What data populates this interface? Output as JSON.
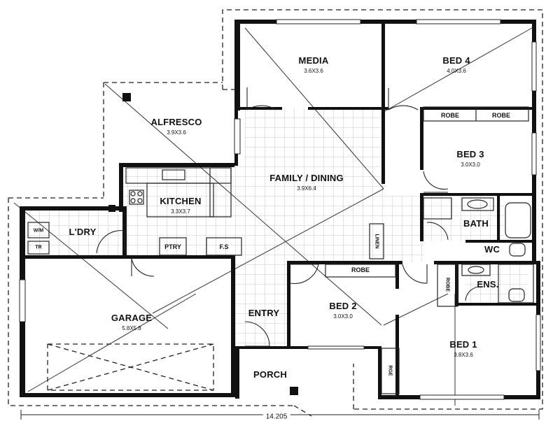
{
  "rooms": {
    "media": {
      "name": "MEDIA",
      "dim": "3.6X3.6"
    },
    "bed4": {
      "name": "BED 4",
      "dim": "4.0X3.6"
    },
    "alfresco": {
      "name": "ALFRESCO",
      "dim": "3.9X3.6"
    },
    "family": {
      "name": "FAMILY / DINING",
      "dim": "3.9X6.4"
    },
    "bed3": {
      "name": "BED 3",
      "dim": "3.0X3.0"
    },
    "kitchen": {
      "name": "KITCHEN",
      "dim": "3.3X3.7"
    },
    "bath": {
      "name": "BATH"
    },
    "ldry": {
      "name": "L'DRY"
    },
    "wc": {
      "name": "WC"
    },
    "garage": {
      "name": "GARAGE",
      "dim": "5.8X5.8"
    },
    "bed2": {
      "name": "BED 2",
      "dim": "3.0X3.0"
    },
    "ens": {
      "name": "ENS."
    },
    "entry": {
      "name": "ENTRY"
    },
    "bed1": {
      "name": "BED 1",
      "dim": "3.8X3.6"
    },
    "porch": {
      "name": "PORCH"
    }
  },
  "fixtures": {
    "robe_bed4_left": "ROBE",
    "robe_bed4_right": "ROBE",
    "robe_bed2": "ROBE",
    "robe_ens": "ROBE",
    "robe_bed1": "RGE",
    "linen": "LINEN",
    "pantry": "PTRY",
    "fridge": "F.S",
    "washer": "W/M",
    "trough": "TR"
  },
  "overall_width": "14.205"
}
